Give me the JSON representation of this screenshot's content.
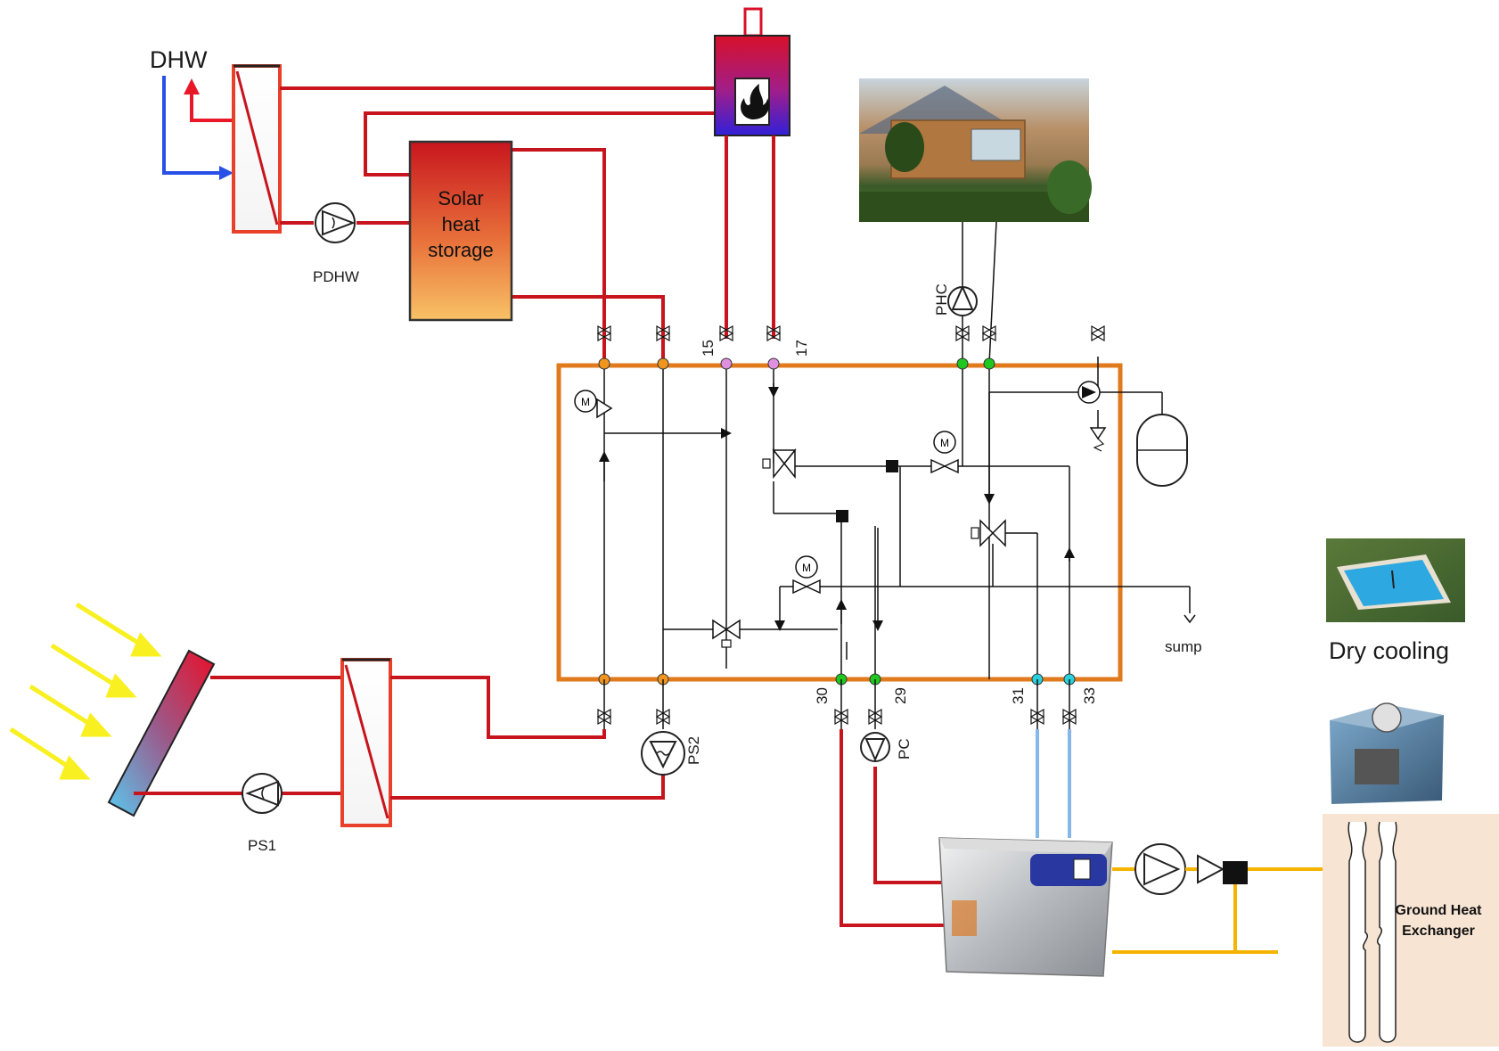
{
  "labels": {
    "dhw": "DHW",
    "pdhw": "PDHW",
    "storage_line1": "Solar",
    "storage_line2": "heat",
    "storage_line3": "storage",
    "phc": "PHC",
    "ps1": "PS1",
    "ps2": "PS2",
    "pc": "PC",
    "sump": "sump",
    "dry_cooling": "Dry cooling",
    "ghx_line1": "Ground Heat",
    "ghx_line2": "Exchanger",
    "motor": "M"
  },
  "ports": {
    "top_15": "15",
    "top_17": "17",
    "bottom_30": "30",
    "bottom_29": "29",
    "bottom_31": "31",
    "bottom_33": "33"
  },
  "colors": {
    "hot_pipe": "#c8141c",
    "cold_pipe": "#86b7e8",
    "ground_loop": "#f5b400",
    "frame": "#e07a1c",
    "port_orange": "#f0961e",
    "port_pink": "#e090e0",
    "port_green": "#1ec81e",
    "port_cyan": "#28d2dc",
    "dhw_cold": "#2850e6",
    "sun_rays": "#f8f020"
  }
}
